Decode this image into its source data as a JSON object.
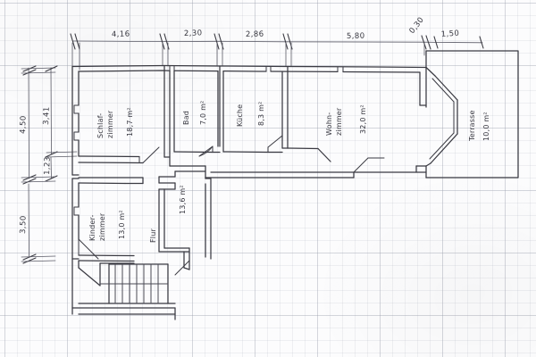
{
  "document": {
    "kind": "hand-drawn-floor-plan",
    "medium": "pencil on graph paper"
  },
  "dimensions": {
    "top": [
      {
        "id": "top-1",
        "value": "4,16"
      },
      {
        "id": "top-2",
        "value": "2,30"
      },
      {
        "id": "top-3",
        "value": "2,86"
      },
      {
        "id": "top-4",
        "value": "5,80"
      },
      {
        "id": "top-5",
        "value": "0,30"
      },
      {
        "id": "top-6",
        "value": "1,50"
      }
    ],
    "left": [
      {
        "id": "left-1",
        "value": "4,50"
      },
      {
        "id": "left-2",
        "value": "3,41"
      },
      {
        "id": "left-3",
        "value": "1,23"
      },
      {
        "id": "left-4",
        "value": "3,50"
      }
    ]
  },
  "rooms": [
    {
      "id": "schlafzimmer",
      "name_line1": "Schlaf-",
      "name_line2": "zimmer",
      "area": "18,7 m²"
    },
    {
      "id": "kinderzimmer",
      "name_line1": "Kinder-",
      "name_line2": "zimmer",
      "area": "13,0 m²"
    },
    {
      "id": "bad",
      "name_line1": "Bad",
      "name_line2": "",
      "area": "7,0 m²"
    },
    {
      "id": "kueche",
      "name_line1": "Küche",
      "name_line2": "",
      "area": "8,3 m²"
    },
    {
      "id": "wohnzimmer",
      "name_line1": "Wohn-",
      "name_line2": "zimmer",
      "area": "32,0 m²"
    },
    {
      "id": "flur",
      "name_line1": "Flur",
      "name_line2": "",
      "area": "13,6 m²"
    },
    {
      "id": "terrasse",
      "name_line1": "Terrasse",
      "name_line2": "",
      "area": "10,0 m²"
    }
  ],
  "colors": {
    "ink": "#3a3a42",
    "grid_major": "#969baa",
    "grid_minor": "#c9ccd6",
    "paper": "#fcfcfd"
  }
}
